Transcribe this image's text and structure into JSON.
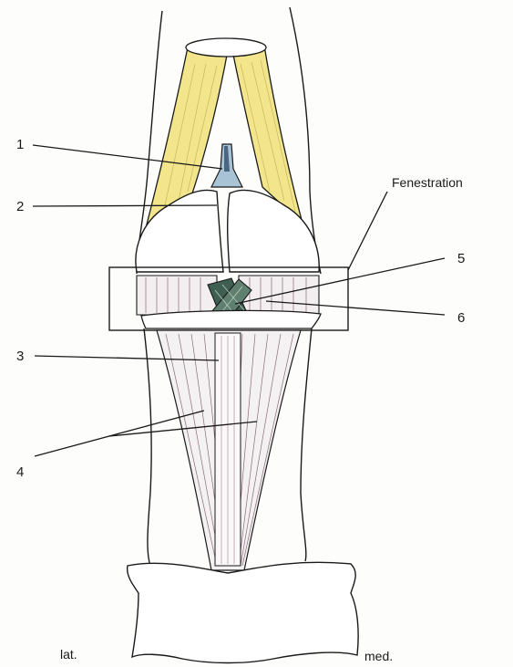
{
  "labels": {
    "n1": "1",
    "n2": "2",
    "n3": "3",
    "n4": "4",
    "n5": "5",
    "n6": "6",
    "fenestration": "Fenestration",
    "lateral": "lat.",
    "medial": "med."
  },
  "colors": {
    "tendon": "#f2e58c",
    "ligament_dark": "#3f5f52",
    "ligament_cruciate": "#a9c3d6",
    "bone": "#ffffff",
    "line": "#1a1a1a"
  }
}
